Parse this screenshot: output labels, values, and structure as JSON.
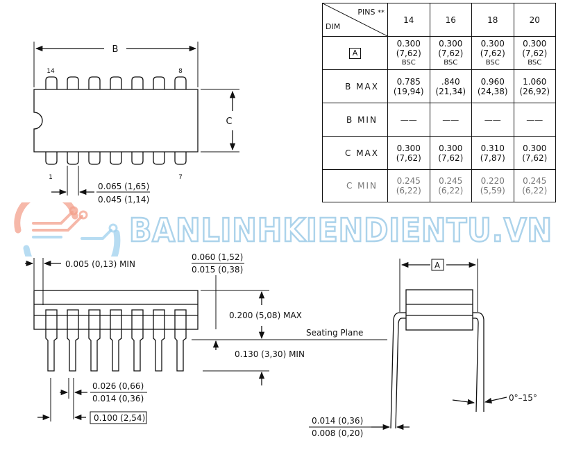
{
  "table": {
    "pins_header": "PINS",
    "pins_mark": "**",
    "dim_header": "DIM",
    "columns": [
      "14",
      "16",
      "18",
      "20"
    ],
    "rows": [
      {
        "label": "A",
        "boxed": true,
        "cells": [
          {
            "top": "0.300",
            "bottom": "(7,62)",
            "note": "BSC"
          },
          {
            "top": "0.300",
            "bottom": "(7,62)",
            "note": "BSC"
          },
          {
            "top": "0.300",
            "bottom": "(7,62)",
            "note": "BSC"
          },
          {
            "top": "0.300",
            "bottom": "(7,62)",
            "note": "BSC"
          }
        ]
      },
      {
        "label": "B  MAX",
        "boxed": false,
        "cells": [
          {
            "top": "0.785",
            "bottom": "(19,94)",
            "note": ""
          },
          {
            "top": ".840",
            "bottom": "(21,34)",
            "note": ""
          },
          {
            "top": "0.960",
            "bottom": "(24,38)",
            "note": ""
          },
          {
            "top": "1.060",
            "bottom": "(26,92)",
            "note": ""
          }
        ]
      },
      {
        "label": "B  MIN",
        "boxed": false,
        "cells": [
          {
            "top": "——",
            "bottom": "",
            "note": ""
          },
          {
            "top": "——",
            "bottom": "",
            "note": ""
          },
          {
            "top": "——",
            "bottom": "",
            "note": ""
          },
          {
            "top": "——",
            "bottom": "",
            "note": ""
          }
        ]
      },
      {
        "label": "C  MAX",
        "boxed": false,
        "cells": [
          {
            "top": "0.300",
            "bottom": "(7,62)",
            "note": ""
          },
          {
            "top": "0.300",
            "bottom": "(7,62)",
            "note": ""
          },
          {
            "top": "0.310",
            "bottom": "(7,87)",
            "note": ""
          },
          {
            "top": "0.300",
            "bottom": "(7,62)",
            "note": ""
          }
        ]
      },
      {
        "label": "C  MIN",
        "boxed": false,
        "cells": [
          {
            "top": "0.245",
            "bottom": "(6,22)",
            "note": ""
          },
          {
            "top": "0.245",
            "bottom": "(6,22)",
            "note": ""
          },
          {
            "top": "0.220",
            "bottom": "(5,59)",
            "note": ""
          },
          {
            "top": "0.245",
            "bottom": "(6,22)",
            "note": ""
          }
        ]
      }
    ]
  },
  "top_view": {
    "width_label": "B",
    "height_label": "C",
    "pin_top_left": "14",
    "pin_top_right": "8",
    "pin_bottom_left": "1",
    "pin_bottom_right": "7",
    "lead_width_max": "0.065 (1,65)",
    "lead_width_min": "0.045 (1,14)"
  },
  "side_view": {
    "standoff_label": "0.005 (0,13) MIN",
    "shoulder_max": "0.060 (1,52)",
    "shoulder_min": "0.015 (0,38)",
    "height_max": "0.200 (5,08) MAX",
    "seating_plane": "Seating Plane",
    "lead_length_min": "0.130 (3,30) MIN",
    "pin_width_max": "0.026 (0,66)",
    "pin_width_min": "0.014 (0,36)",
    "pitch": "0.100 (2,54)"
  },
  "end_view": {
    "width_label": "A",
    "angle": "0°–15°",
    "thickness_max": "0.014 (0,36)",
    "thickness_min": "0.008 (0,20)"
  },
  "watermark": {
    "text": "BANLINHKIENDIENTU.VN"
  },
  "colors": {
    "line": "#111111",
    "watermark_text": "#9ecce8",
    "watermark_red": "#f3a08c",
    "watermark_blue": "#9fd0ee"
  }
}
